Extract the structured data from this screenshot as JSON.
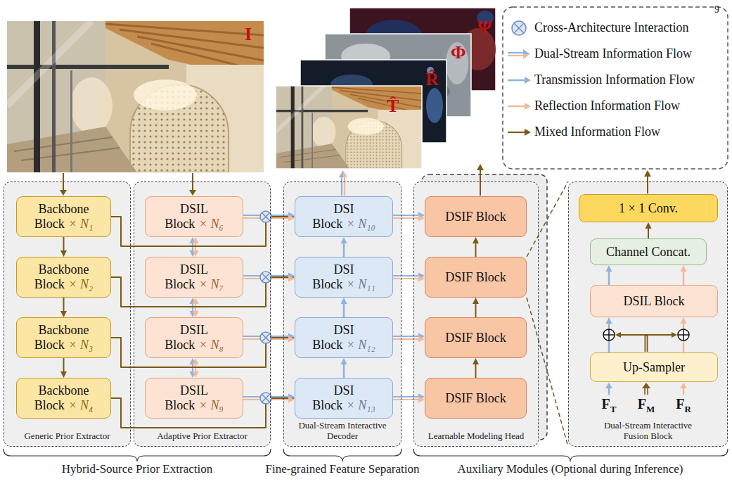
{
  "diagram": {
    "nodes": [
      {
        "text": [
          "Generic Prior Extractor"
        ]
      },
      {
        "text": [
          "Backbone Block",
          "× N₁"
        ],
        "in": 0
      },
      {
        "text": [
          "Backbone Block",
          "× N₂"
        ],
        "in": 0
      },
      {
        "text": [
          "Backbone Block",
          "× N₃"
        ],
        "in": 0
      },
      {
        "text": [
          "Backbone Block",
          "× N₄"
        ],
        "in": 0
      },
      {
        "text": [
          "Adaptive Prior Extractor"
        ]
      },
      {
        "text": [
          "DSIL Block",
          "× N₆"
        ],
        "in": 5
      },
      {
        "text": [
          "DSIL Block",
          "× N₇"
        ],
        "in": 5
      },
      {
        "text": [
          "DSIL Block",
          "× N₈"
        ],
        "in": 5
      },
      {
        "text": [
          "DSIL Block",
          "× N₉"
        ],
        "in": 5
      },
      {
        "text": [
          "Dual-Stream Interactive Decoder"
        ]
      },
      {
        "text": [
          "DSI Block",
          "× N₁₀"
        ],
        "in": 10
      },
      {
        "text": [
          "DSI Block",
          "× N₁₁"
        ],
        "in": 10
      },
      {
        "text": [
          "DSI Block",
          "× N₁₂"
        ],
        "in": 10
      },
      {
        "text": [
          "DSI Block",
          "× N₁₃"
        ],
        "in": 10
      },
      {
        "text": [
          "Learnable Modeling Head"
        ]
      },
      {
        "text": [
          "DSIF Block"
        ],
        "in": 15
      },
      {
        "text": [
          "DSIF Block"
        ],
        "in": 15
      },
      {
        "text": [
          "DSIF Block"
        ],
        "in": 15
      },
      {
        "text": [
          "DSIF Block"
        ],
        "in": 15
      },
      {
        "text": [
          "Dual-Stream Interactive Fusion Block"
        ]
      },
      {
        "text": [
          "1 × 1 Conv."
        ],
        "in": 20
      },
      {
        "text": [
          "Channel Concat."
        ],
        "in": 20
      },
      {
        "text": [
          "DSIL Block"
        ],
        "in": 20
      },
      {
        "text": [
          "Up-Sampler"
        ],
        "in": 20
      }
    ],
    "edges": [
      {
        "from": 1,
        "to": 2,
        "arrow": "to"
      },
      {
        "from": 2,
        "to": 3,
        "arrow": "to"
      },
      {
        "from": 3,
        "to": 4,
        "arrow": "to"
      },
      {
        "from": 6,
        "to": 7,
        "arrow": "both"
      },
      {
        "from": 7,
        "to": 8,
        "arrow": "both"
      },
      {
        "from": 8,
        "to": 9,
        "arrow": "both"
      },
      {
        "from": 1,
        "to": 11,
        "arrow": "to"
      },
      {
        "from": 6,
        "to": 11,
        "arrow": "to"
      },
      {
        "from": 2,
        "to": 12,
        "arrow": "to"
      },
      {
        "from": 7,
        "to": 12,
        "arrow": "to"
      },
      {
        "from": 3,
        "to": 13,
        "arrow": "to"
      },
      {
        "from": 8,
        "to": 13,
        "arrow": "to"
      },
      {
        "from": 4,
        "to": 14,
        "arrow": "to"
      },
      {
        "from": 9,
        "to": 14,
        "arrow": "to"
      },
      {
        "from": 14,
        "to": 13,
        "arrow": "to"
      },
      {
        "from": 13,
        "to": 12,
        "arrow": "to"
      },
      {
        "from": 12,
        "to": 11,
        "arrow": "to"
      },
      {
        "from": 11,
        "to": 16,
        "arrow": "to"
      },
      {
        "from": 12,
        "to": 17,
        "arrow": "to"
      },
      {
        "from": 13,
        "to": 18,
        "arrow": "to"
      },
      {
        "from": 14,
        "to": 19,
        "arrow": "to"
      },
      {
        "from": 19,
        "to": 18,
        "arrow": "to"
      },
      {
        "from": 18,
        "to": 17,
        "arrow": "to"
      },
      {
        "from": 17,
        "to": 16,
        "arrow": "to"
      },
      {
        "from": 24,
        "to": 23,
        "arrow": "to"
      },
      {
        "from": 24,
        "to": 23,
        "arrow": "to"
      },
      {
        "from": 23,
        "to": 22,
        "arrow": "to"
      },
      {
        "from": 23,
        "to": 22,
        "arrow": "to"
      },
      {
        "from": 22,
        "to": 21,
        "arrow": "to"
      },
      {
        "from": 17,
        "to": 20,
        "arrow": "none"
      },
      {
        "from": 17,
        "to": 20,
        "arrow": "none"
      }
    ],
    "labels": [
      "9",
      "I",
      "T̂",
      "R̂",
      "Φ",
      "Ψ",
      "FT",
      "FM",
      "FR",
      "Hybrid-Source Prior Extraction",
      "Fine-grained Feature Separation",
      "Auxiliary Modules (Optional during Inference)"
    ],
    "legend": [
      {
        "text": "Cross-Architecture Interaction"
      },
      {
        "text": "Dual-Stream Information Flow"
      },
      {
        "text": "Transmission Information Flow"
      },
      {
        "text": "Reflection Information Flow"
      },
      {
        "text": "Mixed Information Flow"
      }
    ]
  }
}
